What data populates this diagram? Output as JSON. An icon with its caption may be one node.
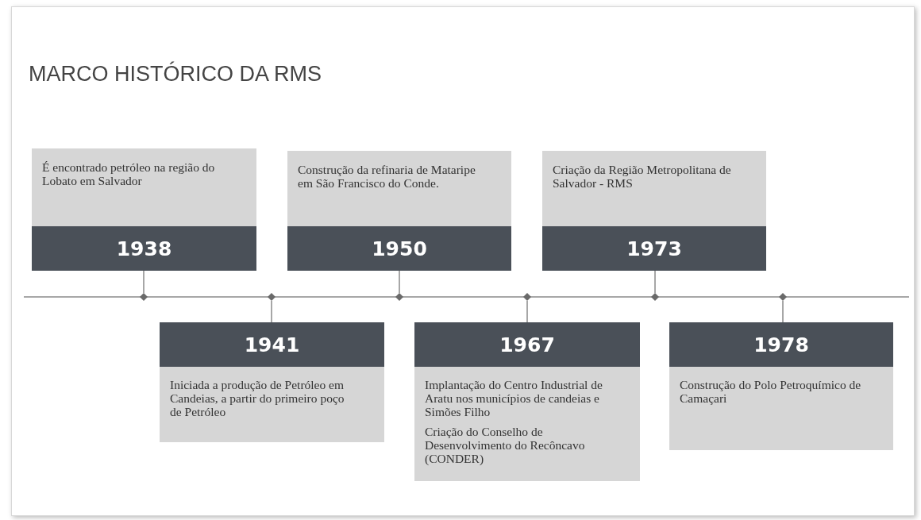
{
  "diagram": {
    "title": "MARCO HISTÓRICO DA RMS",
    "nodes": [
      {
        "text": [
          "É encontrado petróleo na região do Lobato em Salvador",
          "1938"
        ]
      },
      {
        "text": [
          "1941",
          "Iniciada a produção de Petróleo em Candeias, a partir do primeiro poço de Petróleo"
        ]
      },
      {
        "text": [
          "Construção da refinaria de Mataripe em São Francisco do Conde.",
          "1950"
        ]
      },
      {
        "text": [
          "1967",
          "Implantação do Centro Industrial de Aratu nos municípios de candeias e Simões Filho",
          "Criação do Conselho de Desenvolvimento do Recôncavo (CONDER)"
        ]
      },
      {
        "text": [
          "Criação da Região Metropolitana de Salvador - RMS",
          "1973"
        ]
      },
      {
        "text": [
          "1978",
          "Construção do Polo Petroquímico de Camaçari"
        ]
      },
      {
        "text": [],
        "shape": "diamond"
      },
      {
        "text": [],
        "shape": "diamond"
      },
      {
        "text": [],
        "shape": "diamond"
      },
      {
        "text": [],
        "shape": "diamond"
      },
      {
        "text": [],
        "shape": "diamond"
      },
      {
        "text": [],
        "shape": "diamond"
      }
    ],
    "edges": [
      {
        "from": 0,
        "to": 6,
        "arrow": "none"
      },
      {
        "from": 1,
        "to": 7,
        "arrow": "none"
      },
      {
        "from": 2,
        "to": 8,
        "arrow": "none"
      },
      {
        "from": 3,
        "to": 9,
        "arrow": "none"
      },
      {
        "from": 4,
        "to": 10,
        "arrow": "none"
      },
      {
        "from": 5,
        "to": 11,
        "arrow": "none"
      }
    ]
  }
}
